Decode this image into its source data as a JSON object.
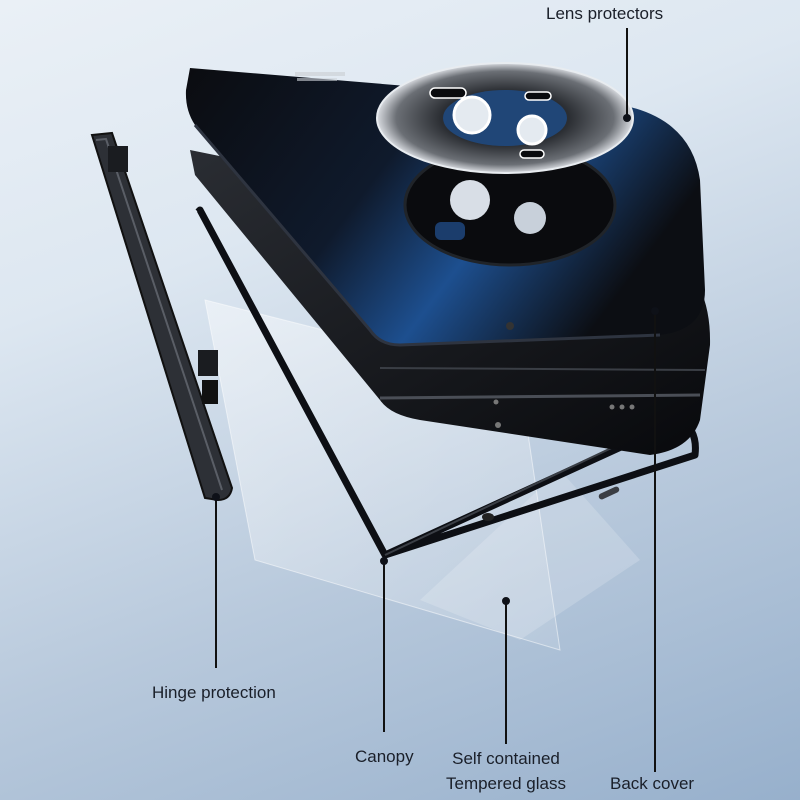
{
  "image": {
    "subject": "Exploded view of foldable phone protective case components",
    "background_gradient": [
      "#eaf0f6",
      "#97b0cc"
    ]
  },
  "callouts": [
    {
      "id": "lens-protectors",
      "label": "Lens protectors"
    },
    {
      "id": "hinge-protection",
      "label": "Hinge protection"
    },
    {
      "id": "canopy",
      "label": "Canopy"
    },
    {
      "id": "tempered-glass",
      "label_line1": "Self contained",
      "label_line2": "Tempered glass"
    },
    {
      "id": "back-cover",
      "label": "Back cover"
    }
  ],
  "colors": {
    "case_black": "#0d0f14",
    "case_blue_tint": "#1d4f8f",
    "lens_ring_metal": "#4a4d52",
    "leader_line": "#111111",
    "text": "#1a1f29"
  }
}
